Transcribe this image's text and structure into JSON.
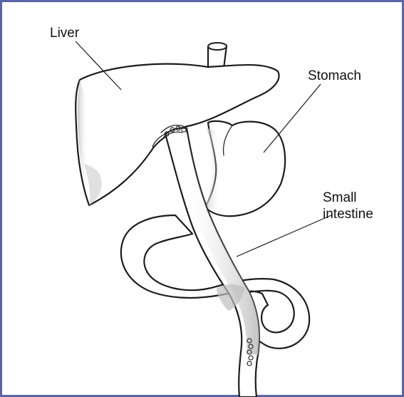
{
  "figure": {
    "border_color": "#5a64a8",
    "labels": {
      "liver": "Liver",
      "stomach": "Stomach",
      "small_intestine_line1": "Small",
      "small_intestine_line2": "intestine"
    }
  }
}
